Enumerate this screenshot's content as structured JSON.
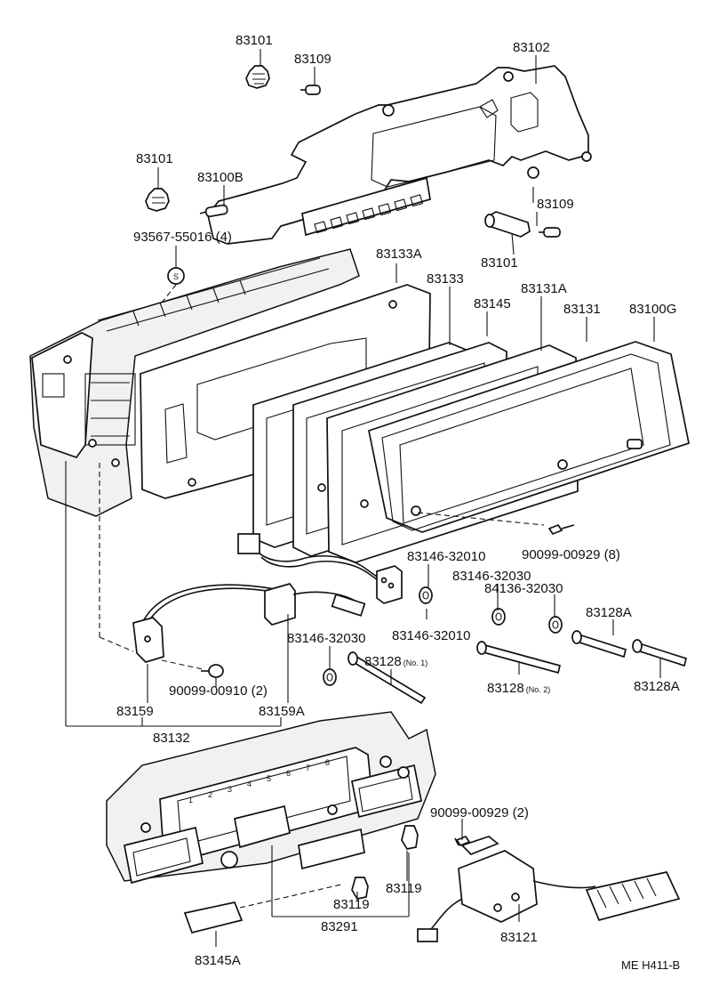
{
  "diagram_code": "ME H411-B",
  "part_labels": {
    "p83101_top": "83101",
    "p83109_top": "83109",
    "p83102": "83102",
    "p83101_mid": "83101",
    "p83100B": "83100B",
    "p83109_right": "83109",
    "p93567": "93567-55016 (4)",
    "p83101_right": "83101",
    "p83133A": "83133A",
    "p83133": "83133",
    "p83131A": "83131A",
    "p83145": "83145",
    "p83131": "83131",
    "p83100G": "83100G",
    "p90099_00929_8": "90099-00929 (8)",
    "p83146_32010_a": "83146-32010",
    "p83146_32030_a": "83146-32030",
    "p84136_32030": "84136-32030",
    "p83146_32010_b": "83146-32010",
    "p83128A_a": "83128A",
    "p83146_32030_b": "83146-32030",
    "p83128_no1": "83128",
    "p83128_no2": "83128",
    "p83128A_b": "83128A",
    "p90099_00910_2": "90099-00910 (2)",
    "p83159": "83159",
    "p83159A": "83159A",
    "p83132": "83132",
    "p90099_00929_2": "90099-00929 (2)",
    "p83119_a": "83119",
    "p83119_b": "83119",
    "p83291": "83291",
    "p83121": "83121",
    "p83145A": "83145A"
  },
  "qualifiers": {
    "no1": "(No. 1)",
    "no2": "(No. 2)"
  },
  "markers": {
    "circle_s": "S"
  },
  "gauge_numbers": [
    "1",
    "2",
    "3",
    "4",
    "5",
    "6",
    "7",
    "8"
  ]
}
